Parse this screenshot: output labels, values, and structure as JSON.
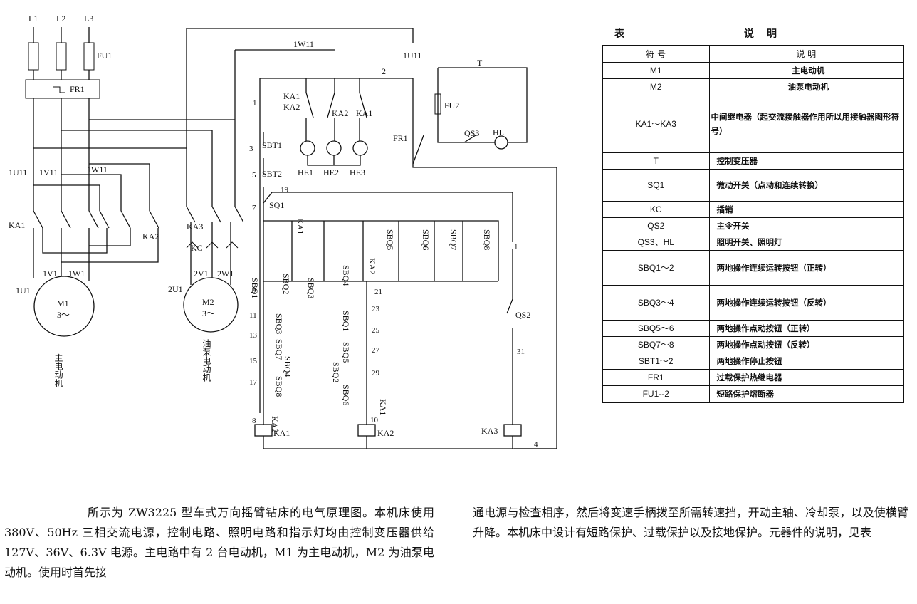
{
  "schematic": {
    "phases": [
      "L1",
      "L2",
      "L3"
    ],
    "fuse_main": "FU1",
    "overload_relay": "FR1",
    "bus_labels": [
      "1U11",
      "1V11",
      "1W11"
    ],
    "contactor_main": [
      "KA1",
      "KA2"
    ],
    "motor_main": {
      "id": "M1",
      "rating": "3～",
      "terminals": [
        "1U1",
        "1V1",
        "1W1"
      ],
      "caption": "主电动机"
    },
    "pump_contactor": "KA3",
    "plug": "KC",
    "motor_pump": {
      "id": "M2",
      "rating": "3～",
      "terminals": [
        "2U1",
        "2V1",
        "2W1"
      ],
      "caption": "油泵电动机"
    },
    "transformer": {
      "id": "T",
      "taps": [
        "1W11",
        "1U11"
      ],
      "secondary_node": "2"
    },
    "lamp_relays": [
      "KA1",
      "KA2",
      "KA2",
      "KA1"
    ],
    "lamps": [
      "HE1",
      "HE2",
      "HE3"
    ],
    "fuse_lighting": "FU2",
    "lighting": {
      "switch": "QS3",
      "lamp": "HL"
    },
    "fr_contact": "FR1",
    "stop_buttons": [
      "SBT1",
      "SBT2"
    ],
    "microswitch": "SQ1",
    "switch_labels_top": [
      "KA1",
      "SBQ5",
      "SBQ6",
      "SBQ7",
      "SBQ8"
    ],
    "switch_labels_row": [
      "SBQ1",
      "SBQ2",
      "SBQ3",
      "SBQ4",
      "KA2"
    ],
    "left_chain": [
      "SBQ3",
      "SBQ7",
      "SBQ4",
      "SBQ8",
      "KA2"
    ],
    "mid_chain": [
      "SBQ1",
      "SBQ5",
      "SBQ2",
      "SBQ6",
      "KA1"
    ],
    "main_switch": "QS2",
    "coils": [
      "KA1",
      "KA2",
      "KA3"
    ],
    "nodes": [
      "1",
      "3",
      "5",
      "7",
      "9",
      "11",
      "13",
      "15",
      "17",
      "8",
      "19",
      "21",
      "23",
      "25",
      "27",
      "29",
      "10",
      "1",
      "31",
      "4"
    ]
  },
  "legend_table": {
    "caption_left": "表",
    "caption_right": "说明",
    "headers": [
      "符    号",
      "说    明"
    ],
    "rows": [
      {
        "symbol": "M1",
        "description": "主电动机"
      },
      {
        "symbol": "M2",
        "description": "油泵电动机"
      },
      {
        "symbol": "KA1～KA3",
        "description": "中间继电器（起交流接触器作用所以用接触器图形符号）"
      },
      {
        "symbol": "T",
        "description": "控制变压器"
      },
      {
        "symbol": "SQ1",
        "description": "微动开关（点动和连续转换）"
      },
      {
        "symbol": "KC",
        "description": "插销"
      },
      {
        "symbol": "QS2",
        "description": "主令开关"
      },
      {
        "symbol": "QS3、HL",
        "description": "照明开关、照明灯"
      },
      {
        "symbol": "SBQ1～2",
        "description": "两地操作连续运转按钮（正转）"
      },
      {
        "symbol": "SBQ3～4",
        "description": "两地操作连续运转按钮（反转）"
      },
      {
        "symbol": "SBQ5～6",
        "description": "两地操作点动按钮（正转）"
      },
      {
        "symbol": "SBQ7～8",
        "description": "两地操作点动按钮（反转）"
      },
      {
        "symbol": "SBT1～2",
        "description": "两地操作停止按钮"
      },
      {
        "symbol": "FR1",
        "description": "过载保护热继电器"
      },
      {
        "symbol": "FU1--2",
        "description": "短路保护熔断器"
      }
    ]
  },
  "text": {
    "left": "所示为 ZW3225 型车式万向摇臂钻床的电气原理图。本机床使用 380V、50Hz 三相交流电源，控制电路、照明电路和指示灯均由控制变压器供给 127V、36V、6.3V 电源。主电路中有 2 台电动机，M1 为主电动机，M2 为油泵电动机。使用时首先接",
    "right": "通电源与检查相序，然后将变速手柄拨至所需转速挡，开动主轴、冷却泵，以及使横臂升降。本机床中设计有短路保护、过载保护以及接地保护。元器件的说明，见表"
  }
}
